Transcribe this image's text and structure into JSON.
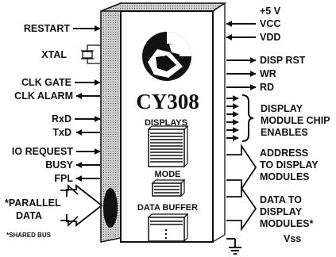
{
  "chip": {
    "title": "CY308",
    "displays_label": "DISPLAYS",
    "mode_label": "MODE",
    "data_buffer_label": "DATA BUFFER"
  },
  "left_pins": {
    "restart": "RESTART",
    "xtal": "XTAL",
    "clk_gate": "CLK GATE",
    "clk_alarm": "CLK ALARM",
    "rxd": "RxD",
    "txd": "TxD",
    "io_request": "IO REQUEST",
    "busy": "BUSY",
    "fpl": "FPL",
    "parallel": "*PARALLEL",
    "data": "DATA",
    "footnote": "*SHARED BUS"
  },
  "right_pins": {
    "plus5v": "+5 V",
    "vcc": "VCC",
    "vdd": "VDD",
    "disp_rst": "DISP RST",
    "wr": "WR",
    "rd": "RD",
    "display_enables": [
      "DISPLAY",
      "MODULE CHIP",
      "ENABLES"
    ],
    "address": [
      "ADDRESS",
      "TO DISPLAY",
      "MODULES"
    ],
    "data_to": [
      "DATA TO",
      "DISPLAY",
      "MODULES*"
    ],
    "vss": "Vss"
  }
}
